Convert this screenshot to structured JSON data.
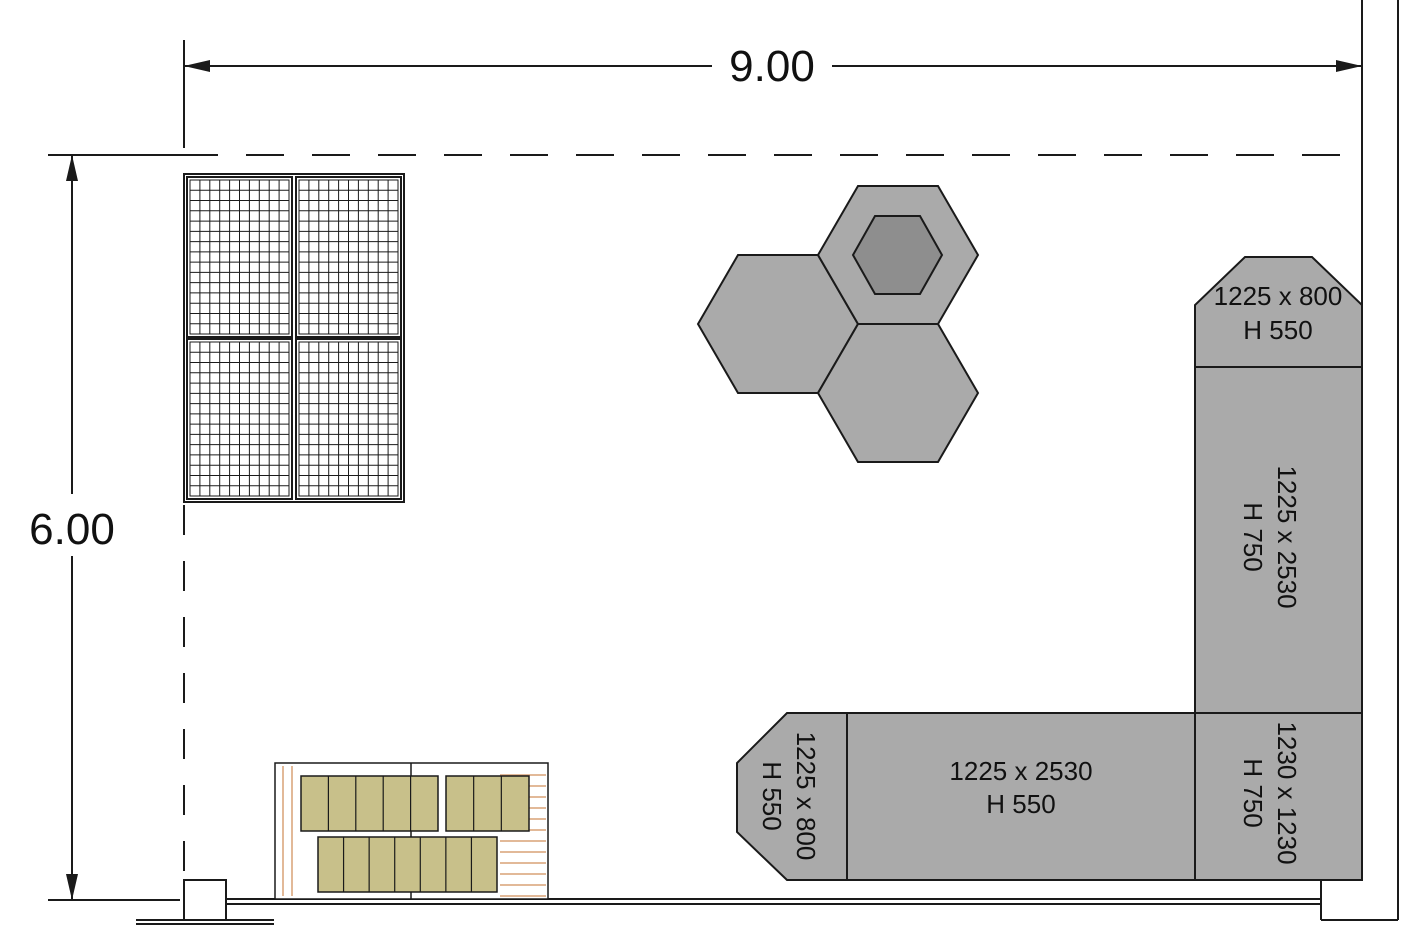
{
  "plan": {
    "dimensions": {
      "width_label": "9.00",
      "height_label": "6.00"
    },
    "modules": {
      "corner_top": {
        "line1": "1225 x 800",
        "line2": "H 550"
      },
      "right_long": {
        "line1": "1225 x 2530",
        "line2": "H 750"
      },
      "corner_square": {
        "line1": "1230 x 1230",
        "line2": "H 750"
      },
      "bottom_long": {
        "line1": "1225 x 2530",
        "line2": "H 550"
      },
      "corner_left": {
        "line1": "1225 x 800",
        "line2": "H 550"
      }
    },
    "colors": {
      "line": "#1a1a1a",
      "module_fill": "#aaaaaa",
      "hex_inner_fill": "#8e8e8e",
      "bench_fill": "#c8c08a",
      "deck_line": "#d9a277"
    }
  }
}
